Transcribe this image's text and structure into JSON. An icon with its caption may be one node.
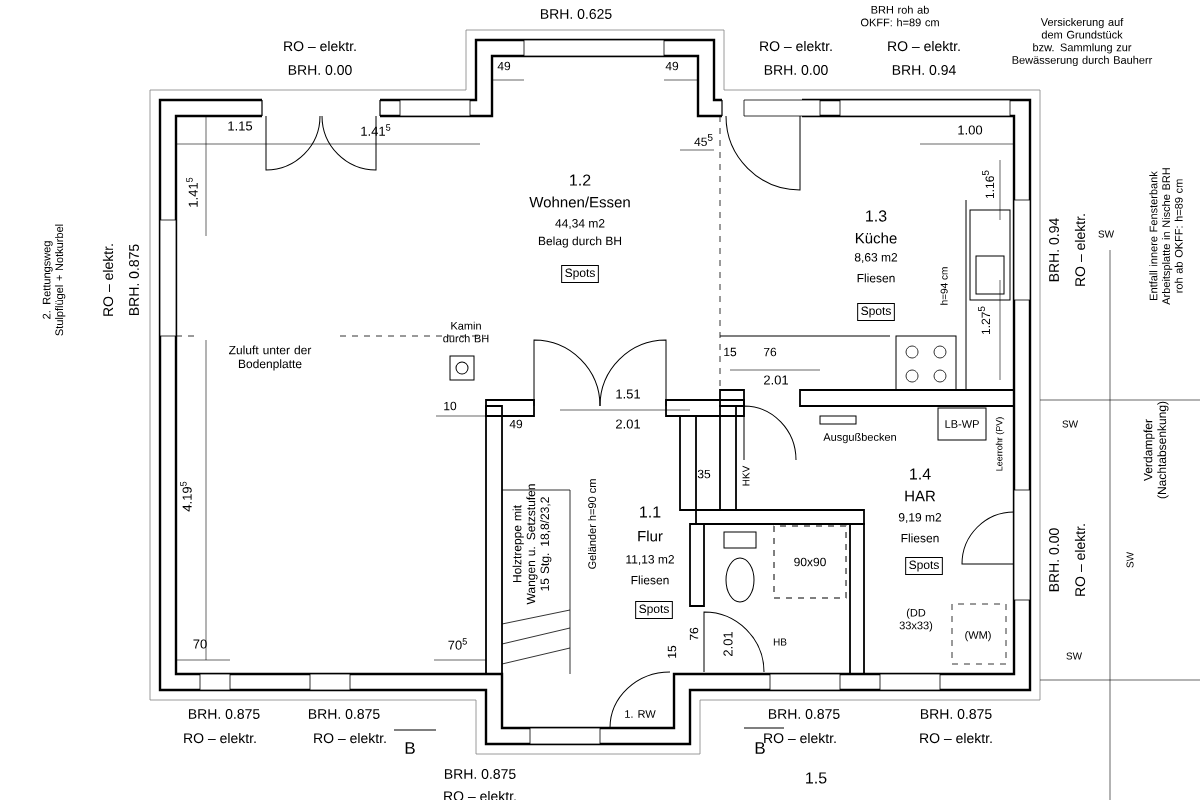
{
  "diagram": {
    "nodes": [
      {
        "text": [
          "Spots"
        ]
      },
      {
        "text": [
          "Spots"
        ]
      },
      {
        "text": [
          "LB-WP"
        ]
      },
      {
        "text": [
          "90x90"
        ]
      },
      {
        "text": [
          "Spots"
        ]
      },
      {
        "text": [
          "Spots"
        ]
      }
    ],
    "labels": [
      "BRH. 0.625",
      "BRH roh ab OKFF: h=89 cm",
      "Versickerung auf dem Grundstück bzw. Sammlung zur Bewässerung durch Bauherr",
      "RO – elektr.",
      "BRH. 0.00",
      "RO – elektr.",
      "BRH. 0.00",
      "RO – elektr.",
      "BRH. 0.94",
      "1.15",
      "1.41$^{5}$",
      "49",
      "49",
      "45$^{5}$",
      "1.00",
      "1.41$^{5}$",
      "2. Rettungsweg Stulpflügel + Notkurbel",
      "RO – elektr.",
      "BRH. 0.875",
      "1.16$^{5}$",
      "h=94 cm",
      "BRH. 0.94",
      "RO – elektr.",
      "SW",
      "Entfall innere Fensterbank Arbeitsplatte in Nische BRH roh ab OKFF: h=89 cm",
      "1.27$^{5}$",
      "Zuluft unter der Bodenplatte",
      "Kamin durch BH",
      "15",
      "76",
      "2.01",
      "1.51",
      "10",
      "49",
      "2.01",
      "SW",
      "Ausgußbecken",
      "Leerrohr (PV)",
      "Verdampfer (Nachtabsenkung)",
      "1.2",
      "Wohnen/Essen",
      "44,34 m2",
      "Belag durch BH",
      "1.3",
      "Küche",
      "8,63 m2",
      "Fliesen",
      "1.4",
      "HAR",
      "9,19 m2",
      "Fliesen",
      "HKV",
      "35",
      "1.1",
      "Flur",
      "11,13 m2",
      "Fliesen",
      "Holztreppe mit Wangen u. Setzstufen 15 Stg. 18,8/23,2",
      "Geländer h=90 cm",
      "BRH. 0.00",
      "RO – elektr.",
      "SW",
      "HB",
      "(DD 33x33)",
      "(WM)",
      "70",
      "70$^{5}$",
      "4.19$^{5}$",
      "15",
      "76",
      "2.01",
      "SW",
      "BRH. 0.875",
      "BRH. 0.875",
      "1. RW",
      "BRH. 0.875",
      "BRH. 0.875",
      "RO – elektr.",
      "RO – elektr.",
      "B",
      "B",
      "RO – elektr.",
      "RO – elektr.",
      "BRH. 0.875",
      "1.5",
      "RO – elektr."
    ]
  }
}
